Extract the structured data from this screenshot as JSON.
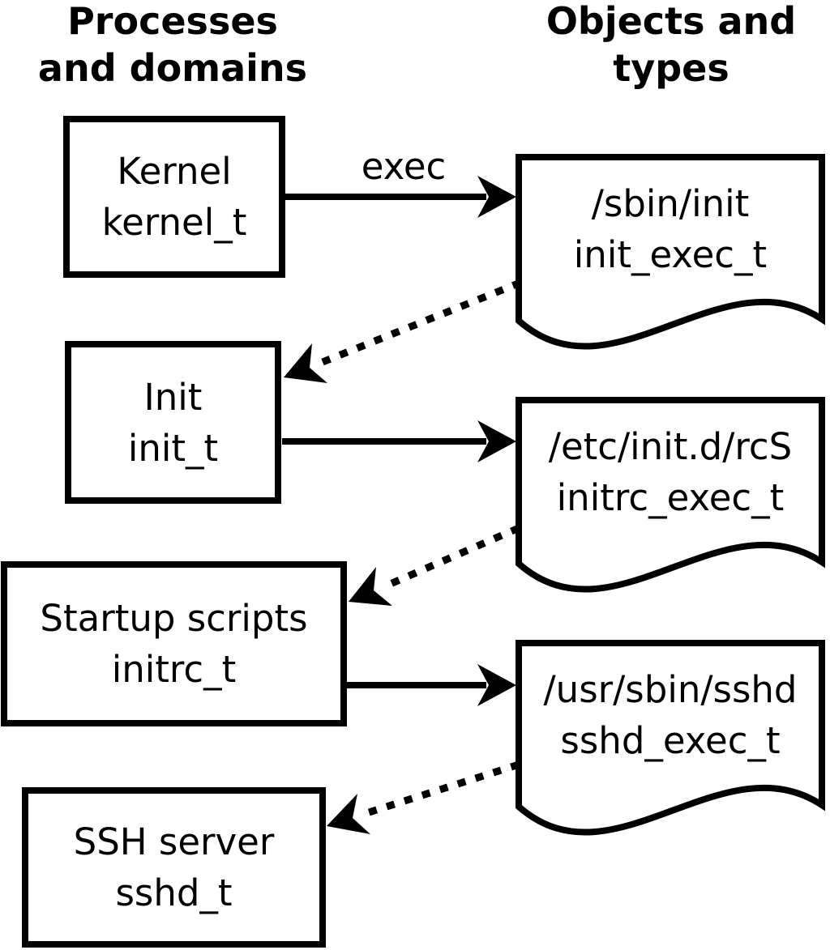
{
  "headings": {
    "left": "Processes\nand domains",
    "right": "Objects and\ntypes"
  },
  "edge_labels": {
    "exec": "exec"
  },
  "process_boxes": [
    {
      "label": "Kernel",
      "type": "kernel_t"
    },
    {
      "label": "Init",
      "type": "init_t"
    },
    {
      "label": "Startup scripts",
      "type": "initrc_t"
    },
    {
      "label": "SSH server",
      "type": "sshd_t"
    }
  ],
  "object_files": [
    {
      "path": "/sbin/init",
      "type": "init_exec_t"
    },
    {
      "path": "/etc/init.d/rcS",
      "type": "initrc_exec_t"
    },
    {
      "path": "/usr/sbin/sshd",
      "type": "sshd_exec_t"
    }
  ],
  "colors": {
    "ink": "#000000",
    "background": "#ffffff"
  }
}
